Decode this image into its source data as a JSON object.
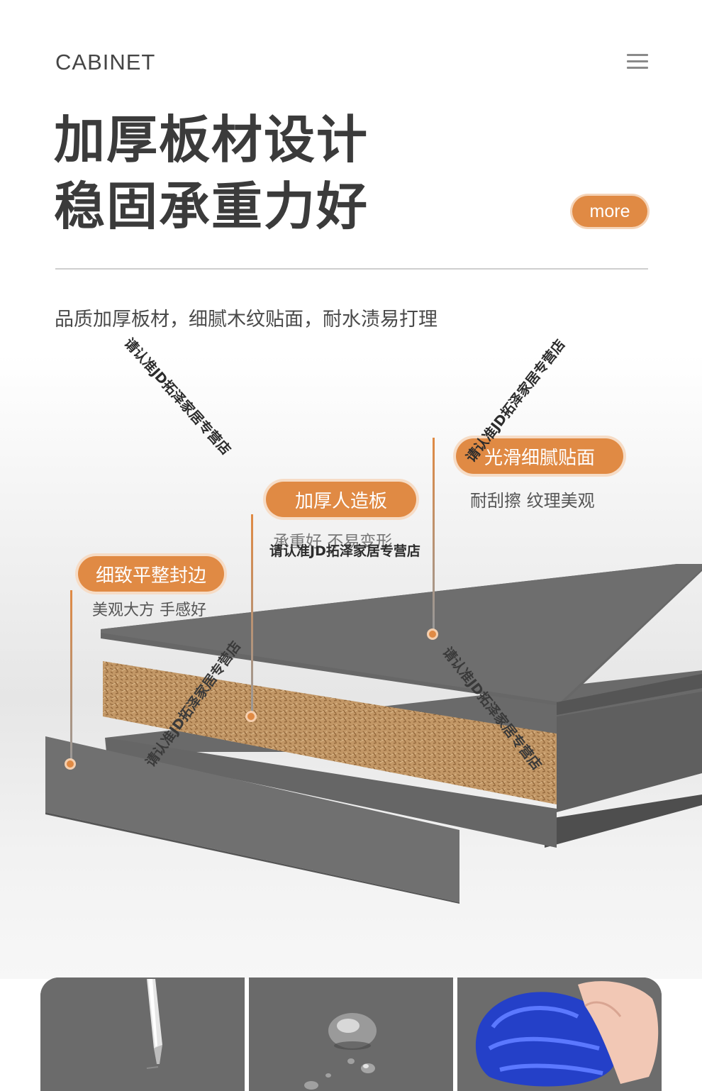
{
  "header": {
    "brand": "CABINET",
    "menu_icon": "hamburger-menu-icon"
  },
  "headline": {
    "line1": "加厚板材设计",
    "line2": "稳固承重力好"
  },
  "more_button": {
    "label": "more"
  },
  "subtitle": "品质加厚板材，细腻木纹贴面，耐水渍易打理",
  "features": [
    {
      "title": "细致平整封边",
      "desc": "美观大方 手感好"
    },
    {
      "title": "加厚人造板",
      "desc": "承重好 不易变形"
    },
    {
      "title": "光滑细腻贴面",
      "desc": "耐刮擦 纹理美观"
    }
  ],
  "watermark": "请认准JD拓泽家居专营店",
  "colors": {
    "accent": "#e08a44",
    "panel_gray": "#636363",
    "board_wood": "#b8895a",
    "text_dark": "#3b3b3b"
  },
  "thumbnails": [
    {
      "icon": "screwdriver-scratch-icon"
    },
    {
      "icon": "water-droplets-icon"
    },
    {
      "icon": "cleaning-cloth-icon"
    }
  ]
}
